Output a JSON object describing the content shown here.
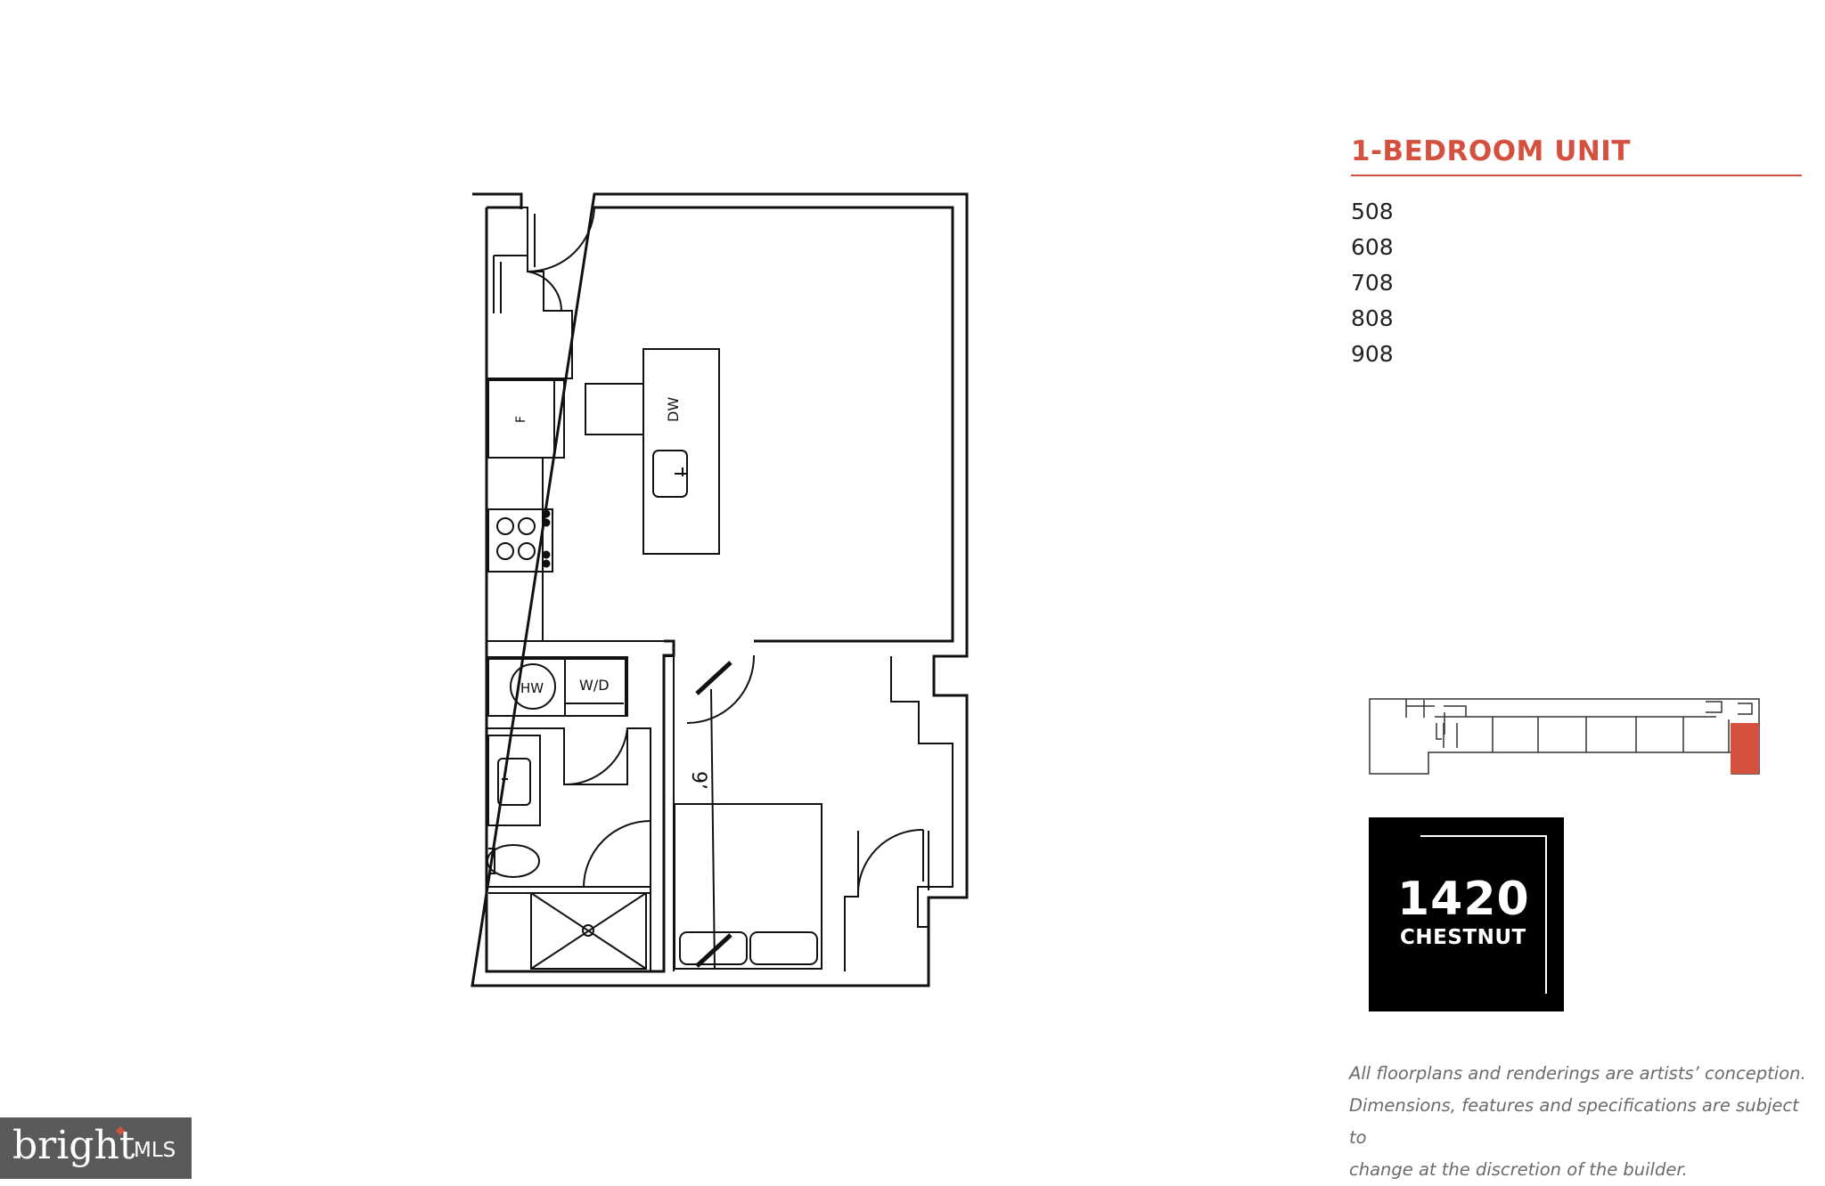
{
  "unit": {
    "title": "1-BEDROOM UNIT",
    "numbers": [
      "508",
      "608",
      "708",
      "808",
      "908"
    ]
  },
  "plan": {
    "labels": {
      "fridge": "F",
      "dishwasher": "DW",
      "water_heater": "HW",
      "washer_dryer": "W/D",
      "ceiling": "9’"
    }
  },
  "building_logo": {
    "number": "1420",
    "name": "CHESTNUT"
  },
  "disclaimer": [
    "All floorplans and renderings are artists’ conception.",
    "Dimensions, features and specifications are subject to",
    "change at the discretion of the builder."
  ],
  "watermark": {
    "brand": "bright",
    "suffix": "MLS"
  },
  "colors": {
    "accent": "#d4503f",
    "wall": "#111111",
    "logo_bg": "#000000"
  }
}
